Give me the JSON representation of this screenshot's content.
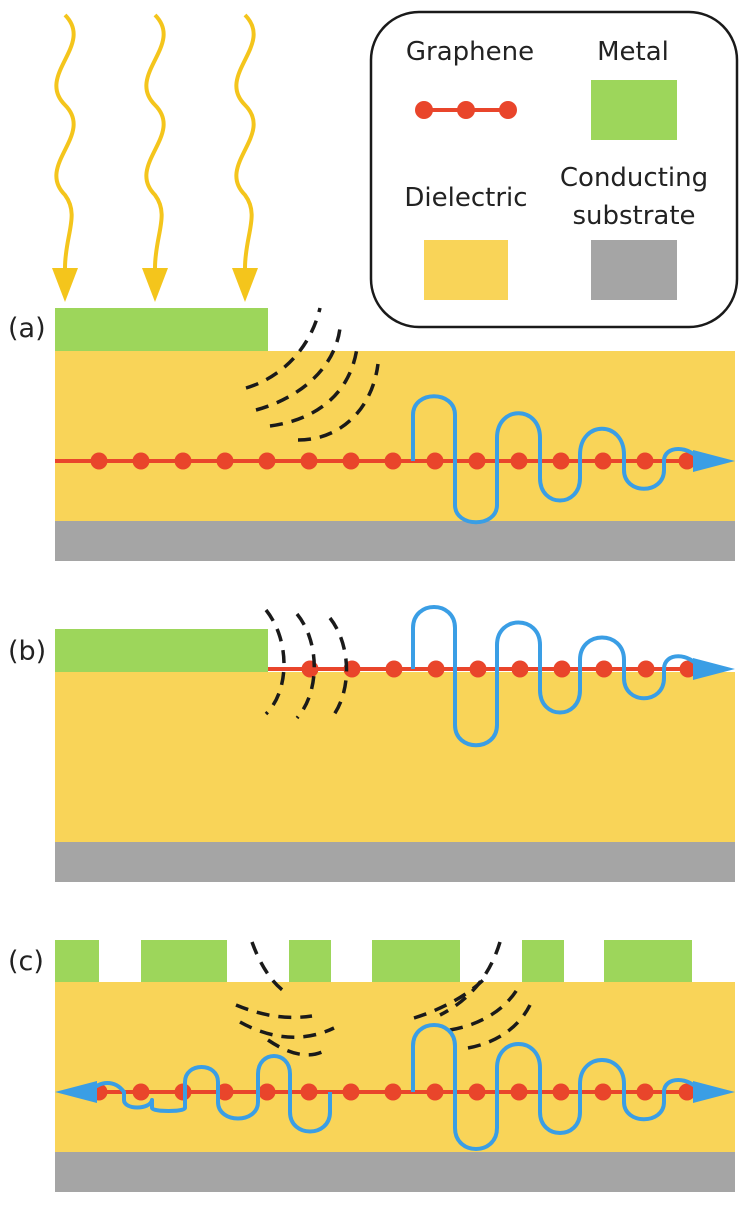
{
  "colors": {
    "metal": "#9dd65b",
    "dielectric": "#f9d458",
    "substrate": "#a5a5a5",
    "graphene": "#e9452b",
    "plasmon": "#3a9ee5",
    "light": "#f4c51c",
    "field": "#1a1a1a"
  },
  "legend": {
    "graphene": "Graphene",
    "metal": "Metal",
    "dielectric": "Dielectric",
    "conducting_line1": "Conducting",
    "conducting_line2": "substrate"
  },
  "panels": {
    "a": "(a)",
    "b": "(b)",
    "c": "(c)"
  },
  "icons": {
    "incident_light": "wavy-arrow-icon",
    "graphene": "dot-chain-icon",
    "field_lines": "dashed-arc-icon",
    "plasmon": "oscillating-wave-arrow-icon"
  }
}
